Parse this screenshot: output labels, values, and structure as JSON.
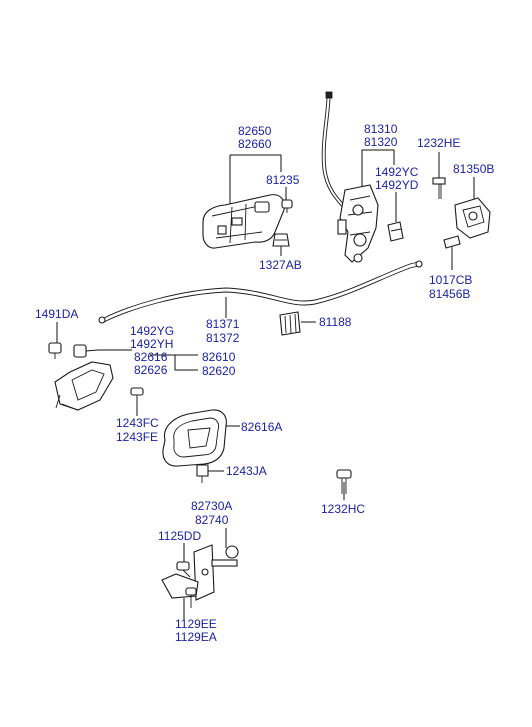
{
  "diagram": {
    "label_color": "#1a1fa0",
    "line_color": "#111111",
    "labels": {
      "l82650": "82650",
      "l82660": "82660",
      "l81235": "81235",
      "l1327AB": "1327AB",
      "l81310": "81310",
      "l81320": "81320",
      "l1232HE": "1232HE",
      "l81350B": "81350B",
      "l1492YC": "1492YC",
      "l1492YD": "1492YD",
      "l1017CB": "1017CB",
      "l81456B": "81456B",
      "l1491DA": "1491DA",
      "l81371": "81371",
      "l81372": "81372",
      "l81188": "81188",
      "l1492YG": "1492YG",
      "l1492YH": "1492YH",
      "l82616": "82616",
      "l82626": "82626",
      "l82610": "82610",
      "l82620": "82620",
      "l1243FC": "1243FC",
      "l1243FE": "1243FE",
      "l82616A": "82616A",
      "l1243JA": "1243JA",
      "l1232HC": "1232HC",
      "l82730A": "82730A",
      "l82740": "82740",
      "l1125DD": "1125DD",
      "l1129EE": "1129EE",
      "l1129EA": "1129EA"
    }
  }
}
